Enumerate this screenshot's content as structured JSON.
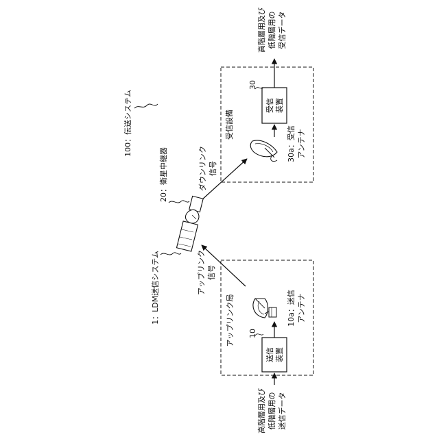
{
  "labels": {
    "system_100": "100：伝送システム",
    "ldm_system": "1：LDM送信システム",
    "satellite": "20：衛星中継器",
    "uplink_station": "アップリンク局",
    "uplink_signal_1": "アップリンク",
    "uplink_signal_2": "信号",
    "downlink_signal_1": "ダウンリンク",
    "downlink_signal_2": "信号",
    "receiving_facility": "受信設備",
    "tx_device_num": "10",
    "tx_device_1": "送信",
    "tx_device_2": "装置",
    "tx_antenna_1": "10a：送信",
    "tx_antenna_2": "アンテナ",
    "rx_device_num": "30",
    "rx_device_1": "受信",
    "rx_device_2": "装置",
    "rx_antenna_1": "30a：受信",
    "rx_antenna_2": "アンテナ",
    "tx_data_1": "高階層用及び",
    "tx_data_2": "低階層用の",
    "tx_data_3": "送信データ",
    "rx_data_1": "高階層用及び",
    "rx_data_2": "低階層用の",
    "rx_data_3": "受信データ"
  }
}
